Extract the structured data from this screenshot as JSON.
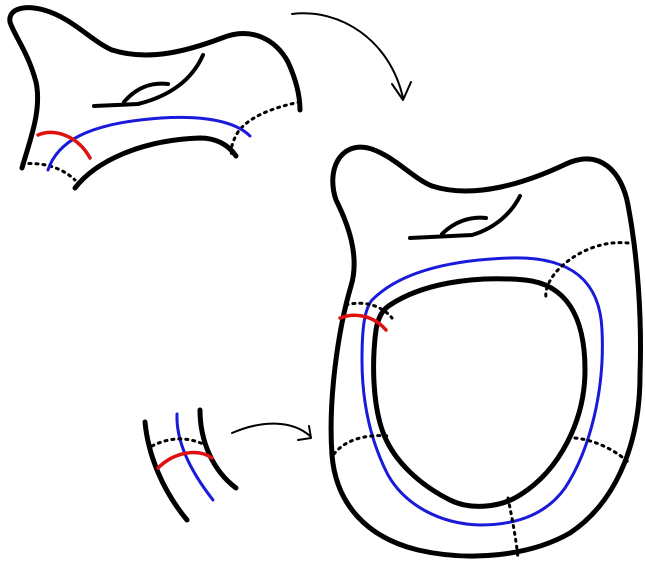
{
  "diagram": {
    "panels": [
      {
        "id": "surface-piece",
        "description_shown": false
      },
      {
        "id": "annulus-strip",
        "description_shown": false
      },
      {
        "id": "glued-surface",
        "description_shown": false
      }
    ],
    "colors": {
      "outline": "#000000",
      "curve_blue": "#1a1adb",
      "curve_red": "#e01010",
      "background": "#ffffff"
    },
    "arrows": 2
  }
}
